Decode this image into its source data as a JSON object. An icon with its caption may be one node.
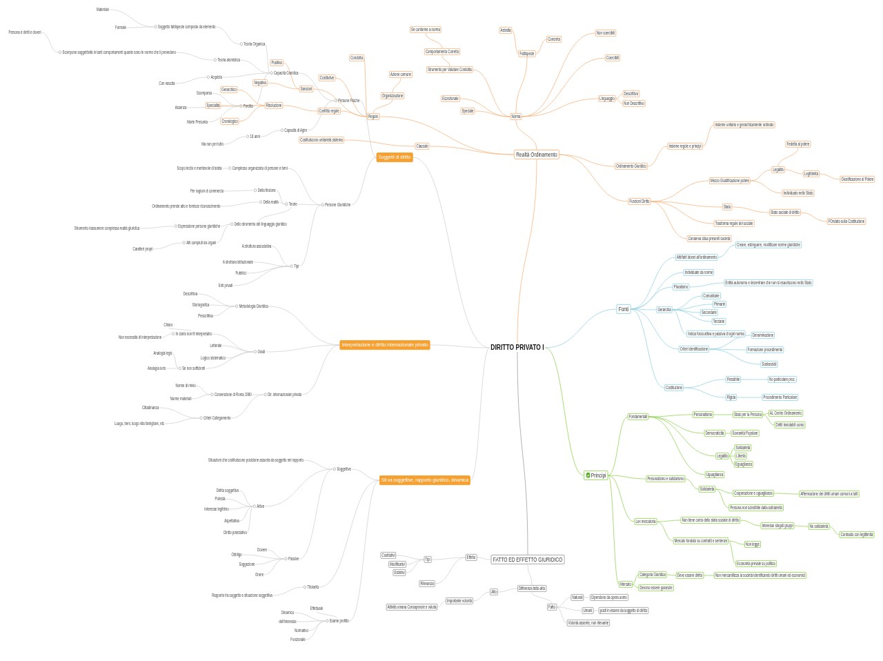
{
  "diagram": {
    "nodes": [
      {
        "text": [
          "DIRITTO PRIVATO I"
        ]
      },
      {
        "text": [
          "Realtà Ordinamento"
        ]
      },
      {
        "text": [
          "Norma"
        ]
      },
      {
        "text": [
          "Fattispecie"
        ]
      },
      {
        "text": [
          "Astratta"
        ]
      },
      {
        "text": [
          "Concreta"
        ]
      },
      {
        "text": [
          "Non coercibili"
        ]
      },
      {
        "text": [
          "Coercibili"
        ]
      },
      {
        "text": [
          "Linguaggio"
        ]
      },
      {
        "text": [
          "Descrittivo"
        ]
      },
      {
        "text": [
          "Non Descrittivo"
        ]
      },
      {
        "text": [
          "Strumento per Valutare Condotta"
        ]
      },
      {
        "text": [
          "Comportamento Corretto"
        ]
      },
      {
        "text": [
          "Se conforme a norma"
        ]
      },
      {
        "text": [
          "Eccezionale"
        ]
      },
      {
        "text": [
          "Speciale"
        ]
      },
      {
        "text": [
          "Ordinamento Giuridico"
        ]
      },
      {
        "text": [
          "Insieme regole e principi"
        ]
      },
      {
        "text": [
          "Insieme unitario e gerarchicamente ordinato"
        ]
      },
      {
        "text": [
          "Funzioni Diritto"
        ]
      },
      {
        "text": [
          "Mezzo Giustificazione potere"
        ]
      },
      {
        "text": [
          "Legalità"
        ]
      },
      {
        "text": [
          "Fedeltà al potere"
        ]
      },
      {
        "text": [
          "Legittimità"
        ]
      },
      {
        "text": [
          "Giustificazione al Potere"
        ]
      },
      {
        "text": [
          "Individuato nello Stato"
        ]
      },
      {
        "text": [
          "Stato"
        ]
      },
      {
        "text": [
          "Stato sociale di diritto"
        ]
      },
      {
        "text": [
          "FOndato sulla Costituzione"
        ]
      },
      {
        "text": [
          "Trasforma regole del sociale"
        ]
      },
      {
        "text": [
          "Conserva situa presenti società"
        ]
      },
      {
        "text": [
          "Regole"
        ]
      },
      {
        "text": [
          "Condotta"
        ]
      },
      {
        "text": [
          "Organizzazione"
        ]
      },
      {
        "text": [
          "Azione comune"
        ]
      },
      {
        "text": [
          "Costitutive"
        ]
      },
      {
        "text": [
          "Sanzioni"
        ]
      },
      {
        "text": [
          "Positiva"
        ]
      },
      {
        "text": [
          "Negativa"
        ]
      },
      {
        "text": [
          "Conflitto regole"
        ]
      },
      {
        "text": [
          "Risoluzione"
        ]
      },
      {
        "text": [
          "Gerarchico"
        ]
      },
      {
        "text": [
          "Specialità"
        ]
      },
      {
        "text": [
          "Cronologico"
        ]
      },
      {
        "text": [
          "Clausole"
        ]
      },
      {
        "text": [
          "Costituiscono unitarietà sistema"
        ]
      },
      {
        "text": [
          "Fonti"
        ]
      },
      {
        "text": [
          "Atti/fatti idonei all'ordinamento"
        ]
      },
      {
        "text": [
          "Creare, estinguere, modificare norme giuridiche"
        ]
      },
      {
        "text": [
          "Individuate da norme"
        ]
      },
      {
        "text": [
          "Pluralismo"
        ]
      },
      {
        "text": [
          "Entità autonomo e decentrare che non si esauriscono nello Stato"
        ]
      },
      {
        "text": [
          "Gerarchia"
        ]
      },
      {
        "text": [
          "Comunitarie"
        ]
      },
      {
        "text": [
          "Primarie"
        ]
      },
      {
        "text": [
          "Secondarie"
        ]
      },
      {
        "text": [
          "Terziarie"
        ]
      },
      {
        "text": [
          "Indica forza attiva e passiva di ogni norma"
        ]
      },
      {
        "text": [
          "Criteri identificazione"
        ]
      },
      {
        "text": [
          "Denominazione"
        ]
      },
      {
        "text": [
          "Formazione procedimento"
        ]
      },
      {
        "text": [
          "Sostanziali"
        ]
      },
      {
        "text": [
          "Costituzione"
        ]
      },
      {
        "text": [
          "Flessibile"
        ]
      },
      {
        "text": [
          "No particolare proc."
        ]
      },
      {
        "text": [
          "Rigida"
        ]
      },
      {
        "text": [
          "Procedimento Particolare"
        ]
      },
      {
        "text": [
          "Principi"
        ]
      },
      {
        "text": [
          "Fondamentali"
        ]
      },
      {
        "text": [
          "Personalismo"
        ]
      },
      {
        "text": [
          "Stato per la Persona"
        ]
      },
      {
        "text": [
          "AL Centro Ordinamento"
        ]
      },
      {
        "text": [
          "Diritti inviolabili uomo"
        ]
      },
      {
        "text": [
          "Democraticità"
        ]
      },
      {
        "text": [
          "Sovranità Popolare"
        ]
      },
      {
        "text": [
          "Legalità"
        ]
      },
      {
        "text": [
          "Solidarietà"
        ]
      },
      {
        "text": [
          "Libertà"
        ]
      },
      {
        "text": [
          "Eguaglianza"
        ]
      },
      {
        "text": [
          "Uguaglianza"
        ]
      },
      {
        "text": [
          "Personalismo e solidarismo"
        ]
      },
      {
        "text": [
          "Solidarietà"
        ]
      },
      {
        "text": [
          "Cooperazione e uguaglianza"
        ]
      },
      {
        "text": [
          "Affermazione dei diritti umani comuni a tutti"
        ]
      },
      {
        "text": [
          "Persona non scindibile dalla solidarietà"
        ]
      },
      {
        "text": [
          "Lex mercatoria"
        ]
      },
      {
        "text": [
          "Non tiene conto dello stato sociale di diritto"
        ]
      },
      {
        "text": [
          "Interesse singoli gruppi"
        ]
      },
      {
        "text": [
          "No solidarietà"
        ]
      },
      {
        "text": [
          "Contrasto con legittimità"
        ]
      },
      {
        "text": [
          "Mercato fondato su contratti e sentenze"
        ]
      },
      {
        "text": [
          "Non legge"
        ]
      },
      {
        "text": [
          "Economia prevale su politica"
        ]
      },
      {
        "text": [
          "Mercato"
        ]
      },
      {
        "text": [
          "Categoria Giuridica"
        ]
      },
      {
        "text": [
          "Deve essere diritto"
        ]
      },
      {
        "text": [
          "Non mercantilizza la società identificando diritti umani ed economici"
        ]
      },
      {
        "text": [
          "Devono essere garanzie"
        ]
      },
      {
        "text": [
          "FATTO ED EFFETTO GIURIDICO"
        ]
      },
      {
        "text": [
          "Effetto"
        ]
      },
      {
        "text": [
          "Tipi"
        ]
      },
      {
        "text": [
          "Costitutivi"
        ]
      },
      {
        "text": [
          "Modificativi"
        ]
      },
      {
        "text": [
          "Estintivi"
        ]
      },
      {
        "text": [
          "Rilevanza"
        ]
      },
      {
        "text": [
          "Differenza fatto-atto"
        ]
      },
      {
        "text": [
          "Atto"
        ]
      },
      {
        "text": [
          "Importante volontà"
        ]
      },
      {
        "text": [
          "Attività umana Consapevole e voluta"
        ]
      },
      {
        "text": [
          "Fatto"
        ]
      },
      {
        "text": [
          "Naturali"
        ]
      },
      {
        "text": [
          "Dipendono da opera uomo"
        ]
      },
      {
        "text": [
          "Umani"
        ]
      },
      {
        "text": [
          "posti in essere da soggetto di diritto"
        ]
      },
      {
        "text": [
          "Volontà assente, non rilevante"
        ]
      },
      {
        "text": [
          "Sit.va soggettive, rapporto giuridico, dinamica"
        ]
      },
      {
        "text": [
          "Soggettive"
        ]
      },
      {
        "text": [
          "Situazioni che costituiscono posizione assunta da soggetto nel rapporto"
        ]
      },
      {
        "text": [
          "Attive"
        ]
      },
      {
        "text": [
          "Diritto soggettivo"
        ]
      },
      {
        "text": [
          "Potestà"
        ]
      },
      {
        "text": [
          "Interesse legittimo"
        ]
      },
      {
        "text": [
          "Aspettativa"
        ]
      },
      {
        "text": [
          "Diritto potestativo"
        ]
      },
      {
        "text": [
          "Passive"
        ]
      },
      {
        "text": [
          "Dovere"
        ]
      },
      {
        "text": [
          "Obbligo"
        ]
      },
      {
        "text": [
          "Soggezione"
        ]
      },
      {
        "text": [
          "Onere"
        ]
      },
      {
        "text": [
          "Titolarità"
        ]
      },
      {
        "text": [
          "Rapporto tra soggetto e situazione soggettiva"
        ]
      },
      {
        "text": [
          "Esame profitto"
        ]
      },
      {
        "text": [
          "Effettuale"
        ]
      },
      {
        "text": [
          "Dinamico"
        ]
      },
      {
        "text": [
          "dell'interesse"
        ]
      },
      {
        "text": [
          "Normativo"
        ]
      },
      {
        "text": [
          "Funzionale"
        ]
      },
      {
        "text": [
          "Interpretazione e diritto internazionale privato"
        ]
      },
      {
        "text": [
          "Metodologia Giuridica"
        ]
      },
      {
        "text": [
          "Descrittiva"
        ]
      },
      {
        "text": [
          "Storiografica"
        ]
      },
      {
        "text": [
          "Prescrittiva"
        ]
      },
      {
        "text": [
          "Gradi"
        ]
      },
      {
        "text": [
          "In claris non fit interpretatio"
        ]
      },
      {
        "text": [
          "Chiaro"
        ]
      },
      {
        "text": [
          "Non necessità di interpretazione"
        ]
      },
      {
        "text": [
          "Letterale"
        ]
      },
      {
        "text": [
          "Logico sistematico"
        ]
      },
      {
        "text": [
          "Se non sufficienti"
        ]
      },
      {
        "text": [
          "Analogia legis"
        ]
      },
      {
        "text": [
          "Analogia iuris"
        ]
      },
      {
        "text": [
          "Dir. internazionale privato"
        ]
      },
      {
        "text": [
          "Convenzione di Roma 1980"
        ]
      },
      {
        "text": [
          "Norme di rinvio"
        ]
      },
      {
        "text": [
          "Norme materiali"
        ]
      },
      {
        "text": [
          "Criteri Collegamento"
        ]
      },
      {
        "text": [
          "Cittadinanza"
        ]
      },
      {
        "text": [
          "Luogo, beni, luogo vita famigliare, etc"
        ]
      },
      {
        "text": [
          "Soggetti di diritto"
        ]
      },
      {
        "text": [
          "Persone Fisiche"
        ]
      },
      {
        "text": [
          "Capacità Giuridica"
        ]
      },
      {
        "text": [
          "Teoria Organica"
        ]
      },
      {
        "text": [
          "Soggetto fattispecie composto da elemento"
        ]
      },
      {
        "text": [
          "Materiale"
        ]
      },
      {
        "text": [
          "Formale"
        ]
      },
      {
        "text": [
          "Teoria atomistica"
        ]
      },
      {
        "text": [
          "Scompone soggettività in tanti comportamenti quante sono le norme che li prevedono"
        ]
      },
      {
        "text": [
          "Persona è diritti e doveri"
        ]
      },
      {
        "text": [
          "Acquisto"
        ]
      },
      {
        "text": [
          "Con nascita"
        ]
      },
      {
        "text": [
          "Perdita"
        ]
      },
      {
        "text": [
          "Scomparsa"
        ]
      },
      {
        "text": [
          "Assenza"
        ]
      },
      {
        "text": [
          "Morte Presunta"
        ]
      },
      {
        "text": [
          "Capacità di Agire"
        ]
      },
      {
        "text": [
          "18 anni"
        ]
      },
      {
        "text": [
          "Ma non per tutto"
        ]
      },
      {
        "text": [
          "Persone Giuridiche"
        ]
      },
      {
        "text": [
          "Complesso organizzato di persone e beni"
        ]
      },
      {
        "text": [
          "Scopo lecito e meritevole di tutela"
        ]
      },
      {
        "text": [
          "Teorie"
        ]
      },
      {
        "text": [
          "Della finzione"
        ]
      },
      {
        "text": [
          "Per ragioni di commercio"
        ]
      },
      {
        "text": [
          "Della realtà"
        ]
      },
      {
        "text": [
          "Ordinamento prende atto e fornisce riconoscimento"
        ]
      },
      {
        "text": [
          "Dello strumento del linguaggio giuridico"
        ]
      },
      {
        "text": [
          "Espressione persone giuridiche"
        ]
      },
      {
        "text": [
          "Strumento riassumere complessa realtà giuridica"
        ]
      },
      {
        "text": [
          "Atti compiuti da organi"
        ]
      },
      {
        "text": [
          "Caratteri propri"
        ]
      },
      {
        "text": [
          "Tipi"
        ]
      },
      {
        "text": [
          "A struttura associativa"
        ]
      },
      {
        "text": [
          "A struttura istituzionale"
        ]
      },
      {
        "text": [
          "Pubblici"
        ]
      },
      {
        "text": [
          "Enti privati"
        ]
      }
    ],
    "edges": [
      {
        "from": 0,
        "to": 1,
        "arrow": "none",
        "color": "#f7b27a"
      },
      {
        "from": 1,
        "to": 2,
        "arrow": "none",
        "color": "#f7b27a"
      },
      {
        "from": 2,
        "to": 3,
        "arrow": "none",
        "color": "#f7b27a"
      },
      {
        "from": 3,
        "to": 4,
        "arrow": "none",
        "color": "#f7b27a"
      },
      {
        "from": 3,
        "to": 5,
        "arrow": "none",
        "color": "#f7b27a"
      },
      {
        "from": 2,
        "to": 6,
        "arrow": "none",
        "color": "#f7b27a"
      },
      {
        "from": 2,
        "to": 7,
        "arrow": "none",
        "color": "#f7b27a"
      },
      {
        "from": 2,
        "to": 8,
        "arrow": "none",
        "color": "#f7b27a"
      },
      {
        "from": 8,
        "to": 9,
        "arrow": "none",
        "color": "#f7b27a"
      },
      {
        "from": 8,
        "to": 10,
        "arrow": "none",
        "color": "#f7b27a"
      },
      {
        "from": 2,
        "to": 11,
        "arrow": "none",
        "color": "#f7b27a"
      },
      {
        "from": 11,
        "to": 12,
        "arrow": "none",
        "color": "#f7b27a"
      },
      {
        "from": 12,
        "to": 13,
        "arrow": "none",
        "color": "#f7b27a"
      },
      {
        "from": 2,
        "to": 14,
        "arrow": "none",
        "color": "#f7b27a"
      },
      {
        "from": 2,
        "to": 15,
        "arrow": "none",
        "color": "#f7b27a"
      },
      {
        "from": 1,
        "to": 16,
        "arrow": "none",
        "color": "#f7b27a"
      },
      {
        "from": 16,
        "to": 17,
        "arrow": "none",
        "color": "#f7b27a"
      },
      {
        "from": 17,
        "to": 18,
        "arrow": "none",
        "color": "#f7b27a"
      },
      {
        "from": 1,
        "to": 19,
        "arrow": "none",
        "color": "#f7b27a"
      },
      {
        "from": 19,
        "to": 20,
        "arrow": "none",
        "color": "#f7b27a"
      },
      {
        "from": 20,
        "to": 21,
        "arrow": "none",
        "color": "#f7b27a"
      },
      {
        "from": 21,
        "to": 22,
        "arrow": "none",
        "color": "#f7b27a"
      },
      {
        "from": 21,
        "to": 23,
        "arrow": "none",
        "color": "#f7b27a"
      },
      {
        "from": 23,
        "to": 24,
        "arrow": "none",
        "color": "#f7b27a"
      },
      {
        "from": 20,
        "to": 25,
        "arrow": "none",
        "color": "#f7b27a"
      },
      {
        "from": 19,
        "to": 26,
        "arrow": "none",
        "color": "#f7b27a"
      },
      {
        "from": 26,
        "to": 27,
        "arrow": "none",
        "color": "#f7b27a"
      },
      {
        "from": 27,
        "to": 28,
        "arrow": "none",
        "color": "#f7b27a"
      },
      {
        "from": 19,
        "to": 29,
        "arrow": "none",
        "color": "#f7b27a"
      },
      {
        "from": 19,
        "to": 30,
        "arrow": "none",
        "color": "#f7b27a"
      },
      {
        "from": 1,
        "to": 31,
        "arrow": "none",
        "color": "#f7b27a"
      },
      {
        "from": 31,
        "to": 32,
        "arrow": "none",
        "color": "#f7b27a"
      },
      {
        "from": 31,
        "to": 33,
        "arrow": "none",
        "color": "#f7b27a"
      },
      {
        "from": 33,
        "to": 34,
        "arrow": "none",
        "color": "#f7b27a"
      },
      {
        "from": 31,
        "to": 35,
        "arrow": "none",
        "color": "#f7b27a"
      },
      {
        "from": 31,
        "to": 36,
        "arrow": "none",
        "color": "#f7b27a"
      },
      {
        "from": 36,
        "to": 37,
        "arrow": "none",
        "color": "#f7b27a"
      },
      {
        "from": 36,
        "to": 38,
        "arrow": "none",
        "color": "#f7b27a"
      },
      {
        "from": 31,
        "to": 39,
        "arrow": "none",
        "color": "#f7b27a"
      },
      {
        "from": 39,
        "to": 40,
        "arrow": "none",
        "color": "#f7b27a"
      },
      {
        "from": 40,
        "to": 41,
        "arrow": "none",
        "color": "#f7b27a"
      },
      {
        "from": 40,
        "to": 42,
        "arrow": "none",
        "color": "#f7b27a"
      },
      {
        "from": 40,
        "to": 43,
        "arrow": "none",
        "color": "#f7b27a"
      },
      {
        "from": 1,
        "to": 44,
        "arrow": "none",
        "color": "#f7b27a"
      },
      {
        "from": 44,
        "to": 45,
        "arrow": "none",
        "color": "#f7b27a"
      },
      {
        "from": 0,
        "to": 46,
        "arrow": "none",
        "color": "#8ecfe3"
      },
      {
        "from": 46,
        "to": 47,
        "arrow": "none",
        "color": "#8ecfe3"
      },
      {
        "from": 47,
        "to": 48,
        "arrow": "none",
        "color": "#8ecfe3"
      },
      {
        "from": 46,
        "to": 49,
        "arrow": "none",
        "color": "#8ecfe3"
      },
      {
        "from": 46,
        "to": 50,
        "arrow": "none",
        "color": "#8ecfe3"
      },
      {
        "from": 50,
        "to": 51,
        "arrow": "none",
        "color": "#8ecfe3"
      },
      {
        "from": 46,
        "to": 52,
        "arrow": "none",
        "color": "#8ecfe3"
      },
      {
        "from": 52,
        "to": 53,
        "arrow": "none",
        "color": "#8ecfe3"
      },
      {
        "from": 52,
        "to": 54,
        "arrow": "none",
        "color": "#8ecfe3"
      },
      {
        "from": 52,
        "to": 55,
        "arrow": "none",
        "color": "#8ecfe3"
      },
      {
        "from": 52,
        "to": 56,
        "arrow": "none",
        "color": "#8ecfe3"
      },
      {
        "from": 52,
        "to": 57,
        "arrow": "none",
        "color": "#8ecfe3"
      },
      {
        "from": 46,
        "to": 58,
        "arrow": "none",
        "color": "#8ecfe3"
      },
      {
        "from": 58,
        "to": 59,
        "arrow": "none",
        "color": "#8ecfe3"
      },
      {
        "from": 58,
        "to": 60,
        "arrow": "none",
        "color": "#8ecfe3"
      },
      {
        "from": 58,
        "to": 61,
        "arrow": "none",
        "color": "#8ecfe3"
      },
      {
        "from": 46,
        "to": 62,
        "arrow": "none",
        "color": "#8ecfe3"
      },
      {
        "from": 62,
        "to": 63,
        "arrow": "none",
        "color": "#8ecfe3"
      },
      {
        "from": 63,
        "to": 64,
        "arrow": "none",
        "color": "#8ecfe3"
      },
      {
        "from": 62,
        "to": 65,
        "arrow": "none",
        "color": "#8ecfe3"
      },
      {
        "from": 65,
        "to": 66,
        "arrow": "none",
        "color": "#8ecfe3"
      },
      {
        "from": 0,
        "to": 67,
        "arrow": "none",
        "color": "#8cd04a"
      },
      {
        "from": 67,
        "to": 68,
        "arrow": "none",
        "color": "#8cd04a"
      },
      {
        "from": 68,
        "to": 69,
        "arrow": "none",
        "color": "#8cd04a"
      },
      {
        "from": 69,
        "to": 70,
        "arrow": "none",
        "color": "#8cd04a"
      },
      {
        "from": 70,
        "to": 71,
        "arrow": "none",
        "color": "#8cd04a"
      },
      {
        "from": 70,
        "to": 72,
        "arrow": "none",
        "color": "#8cd04a"
      },
      {
        "from": 68,
        "to": 73,
        "arrow": "none",
        "color": "#8cd04a"
      },
      {
        "from": 73,
        "to": 74,
        "arrow": "none",
        "color": "#8cd04a"
      },
      {
        "from": 68,
        "to": 75,
        "arrow": "none",
        "color": "#8cd04a"
      },
      {
        "from": 75,
        "to": 76,
        "arrow": "none",
        "color": "#8cd04a"
      },
      {
        "from": 75,
        "to": 77,
        "arrow": "none",
        "color": "#8cd04a"
      },
      {
        "from": 75,
        "to": 78,
        "arrow": "none",
        "color": "#8cd04a"
      },
      {
        "from": 68,
        "to": 79,
        "arrow": "none",
        "color": "#8cd04a"
      },
      {
        "from": 67,
        "to": 80,
        "arrow": "none",
        "color": "#8cd04a"
      },
      {
        "from": 80,
        "to": 81,
        "arrow": "none",
        "color": "#8cd04a"
      },
      {
        "from": 81,
        "to": 82,
        "arrow": "none",
        "color": "#8cd04a"
      },
      {
        "from": 82,
        "to": 83,
        "arrow": "none",
        "color": "#8cd04a"
      },
      {
        "from": 81,
        "to": 84,
        "arrow": "none",
        "color": "#8cd04a"
      },
      {
        "from": 67,
        "to": 85,
        "arrow": "none",
        "color": "#8cd04a"
      },
      {
        "from": 85,
        "to": 86,
        "arrow": "none",
        "color": "#8cd04a"
      },
      {
        "from": 86,
        "to": 87,
        "arrow": "none",
        "color": "#8cd04a"
      },
      {
        "from": 87,
        "to": 88,
        "arrow": "none",
        "color": "#8cd04a"
      },
      {
        "from": 88,
        "to": 89,
        "arrow": "none",
        "color": "#8cd04a"
      },
      {
        "from": 85,
        "to": 90,
        "arrow": "none",
        "color": "#8cd04a"
      },
      {
        "from": 90,
        "to": 91,
        "arrow": "none",
        "color": "#8cd04a"
      },
      {
        "from": 90,
        "to": 92,
        "arrow": "none",
        "color": "#8cd04a"
      },
      {
        "from": 67,
        "to": 93,
        "arrow": "none",
        "color": "#8cd04a"
      },
      {
        "from": 93,
        "to": 94,
        "arrow": "none",
        "color": "#8cd04a"
      },
      {
        "from": 94,
        "to": 95,
        "arrow": "none",
        "color": "#8cd04a"
      },
      {
        "from": 95,
        "to": 96,
        "arrow": "none",
        "color": "#8cd04a"
      },
      {
        "from": 93,
        "to": 97,
        "arrow": "none",
        "color": "#8cd04a"
      },
      {
        "from": 0,
        "to": 98,
        "arrow": "none",
        "color": "#999999"
      },
      {
        "from": 98,
        "to": 99,
        "arrow": "none"
      },
      {
        "from": 99,
        "to": 100,
        "arrow": "none"
      },
      {
        "from": 100,
        "to": 101,
        "arrow": "none"
      },
      {
        "from": 100,
        "to": 102,
        "arrow": "none"
      },
      {
        "from": 100,
        "to": 103,
        "arrow": "none"
      },
      {
        "from": 99,
        "to": 104,
        "arrow": "none"
      },
      {
        "from": 98,
        "to": 105,
        "arrow": "none"
      },
      {
        "from": 105,
        "to": 106,
        "arrow": "none"
      },
      {
        "from": 106,
        "to": 107,
        "arrow": "none"
      },
      {
        "from": 107,
        "to": 108,
        "arrow": "none"
      },
      {
        "from": 105,
        "to": 109,
        "arrow": "none"
      },
      {
        "from": 109,
        "to": 110,
        "arrow": "none"
      },
      {
        "from": 110,
        "to": 111,
        "arrow": "none"
      },
      {
        "from": 109,
        "to": 112,
        "arrow": "none"
      },
      {
        "from": 112,
        "to": 113,
        "arrow": "none"
      },
      {
        "from": 109,
        "to": 114,
        "arrow": "none"
      },
      {
        "from": 0,
        "to": 115,
        "arrow": "none"
      },
      {
        "from": 115,
        "to": 116,
        "arrow": "none"
      },
      {
        "from": 116,
        "to": 117,
        "arrow": "none"
      },
      {
        "from": 116,
        "to": 118,
        "arrow": "none"
      },
      {
        "from": 118,
        "to": 119,
        "arrow": "none"
      },
      {
        "from": 118,
        "to": 120,
        "arrow": "none"
      },
      {
        "from": 118,
        "to": 121,
        "arrow": "none"
      },
      {
        "from": 118,
        "to": 122,
        "arrow": "none"
      },
      {
        "from": 118,
        "to": 123,
        "arrow": "none"
      },
      {
        "from": 116,
        "to": 124,
        "arrow": "none"
      },
      {
        "from": 124,
        "to": 125,
        "arrow": "none"
      },
      {
        "from": 124,
        "to": 126,
        "arrow": "none"
      },
      {
        "from": 124,
        "to": 127,
        "arrow": "none"
      },
      {
        "from": 124,
        "to": 128,
        "arrow": "none"
      },
      {
        "from": 115,
        "to": 129,
        "arrow": "none"
      },
      {
        "from": 129,
        "to": 130,
        "arrow": "none"
      },
      {
        "from": 115,
        "to": 131,
        "arrow": "none"
      },
      {
        "from": 131,
        "to": 132,
        "arrow": "none"
      },
      {
        "from": 131,
        "to": 133,
        "arrow": "none"
      },
      {
        "from": 131,
        "to": 134,
        "arrow": "none"
      },
      {
        "from": 131,
        "to": 135,
        "arrow": "none"
      },
      {
        "from": 131,
        "to": 136,
        "arrow": "none"
      },
      {
        "from": 0,
        "to": 137,
        "arrow": "none"
      },
      {
        "from": 137,
        "to": 138,
        "arrow": "none"
      },
      {
        "from": 138,
        "to": 139,
        "arrow": "none"
      },
      {
        "from": 138,
        "to": 140,
        "arrow": "none"
      },
      {
        "from": 138,
        "to": 141,
        "arrow": "none"
      },
      {
        "from": 137,
        "to": 142,
        "arrow": "none"
      },
      {
        "from": 142,
        "to": 143,
        "arrow": "none"
      },
      {
        "from": 143,
        "to": 144,
        "arrow": "none"
      },
      {
        "from": 143,
        "to": 145,
        "arrow": "none"
      },
      {
        "from": 142,
        "to": 146,
        "arrow": "none"
      },
      {
        "from": 142,
        "to": 147,
        "arrow": "none"
      },
      {
        "from": 142,
        "to": 148,
        "arrow": "none"
      },
      {
        "from": 148,
        "to": 149,
        "arrow": "none"
      },
      {
        "from": 148,
        "to": 150,
        "arrow": "none"
      },
      {
        "from": 137,
        "to": 151,
        "arrow": "none"
      },
      {
        "from": 151,
        "to": 152,
        "arrow": "none"
      },
      {
        "from": 152,
        "to": 153,
        "arrow": "none"
      },
      {
        "from": 152,
        "to": 154,
        "arrow": "none"
      },
      {
        "from": 151,
        "to": 155,
        "arrow": "none"
      },
      {
        "from": 155,
        "to": 156,
        "arrow": "none"
      },
      {
        "from": 155,
        "to": 157,
        "arrow": "none"
      },
      {
        "from": 0,
        "to": 158,
        "arrow": "none"
      },
      {
        "from": 158,
        "to": 159,
        "arrow": "none"
      },
      {
        "from": 159,
        "to": 160,
        "arrow": "none"
      },
      {
        "from": 160,
        "to": 161,
        "arrow": "none"
      },
      {
        "from": 161,
        "to": 162,
        "arrow": "none"
      },
      {
        "from": 162,
        "to": 163,
        "arrow": "none"
      },
      {
        "from": 162,
        "to": 164,
        "arrow": "none"
      },
      {
        "from": 160,
        "to": 165,
        "arrow": "none"
      },
      {
        "from": 165,
        "to": 166,
        "arrow": "none"
      },
      {
        "from": 166,
        "to": 167,
        "arrow": "none"
      },
      {
        "from": 160,
        "to": 168,
        "arrow": "none"
      },
      {
        "from": 168,
        "to": 169,
        "arrow": "none"
      },
      {
        "from": 160,
        "to": 170,
        "arrow": "none"
      },
      {
        "from": 170,
        "to": 171,
        "arrow": "none"
      },
      {
        "from": 170,
        "to": 172,
        "arrow": "none"
      },
      {
        "from": 170,
        "to": 173,
        "arrow": "none"
      },
      {
        "from": 159,
        "to": 174,
        "arrow": "none"
      },
      {
        "from": 174,
        "to": 175,
        "arrow": "none"
      },
      {
        "from": 175,
        "to": 176,
        "arrow": "none"
      },
      {
        "from": 158,
        "to": 177,
        "arrow": "none"
      },
      {
        "from": 177,
        "to": 178,
        "arrow": "none"
      },
      {
        "from": 178,
        "to": 179,
        "arrow": "none"
      },
      {
        "from": 177,
        "to": 180,
        "arrow": "none"
      },
      {
        "from": 180,
        "to": 181,
        "arrow": "none"
      },
      {
        "from": 181,
        "to": 182,
        "arrow": "none"
      },
      {
        "from": 180,
        "to": 183,
        "arrow": "none"
      },
      {
        "from": 183,
        "to": 184,
        "arrow": "none"
      },
      {
        "from": 180,
        "to": 185,
        "arrow": "none"
      },
      {
        "from": 185,
        "to": 186,
        "arrow": "none"
      },
      {
        "from": 186,
        "to": 187,
        "arrow": "none"
      },
      {
        "from": 185,
        "to": 188,
        "arrow": "none"
      },
      {
        "from": 188,
        "to": 189,
        "arrow": "none"
      },
      {
        "from": 177,
        "to": 190,
        "arrow": "none"
      },
      {
        "from": 190,
        "to": 191,
        "arrow": "none"
      },
      {
        "from": 190,
        "to": 192,
        "arrow": "none"
      },
      {
        "from": 190,
        "to": 193,
        "arrow": "none"
      },
      {
        "from": 190,
        "to": 194,
        "arrow": "none"
      }
    ]
  }
}
